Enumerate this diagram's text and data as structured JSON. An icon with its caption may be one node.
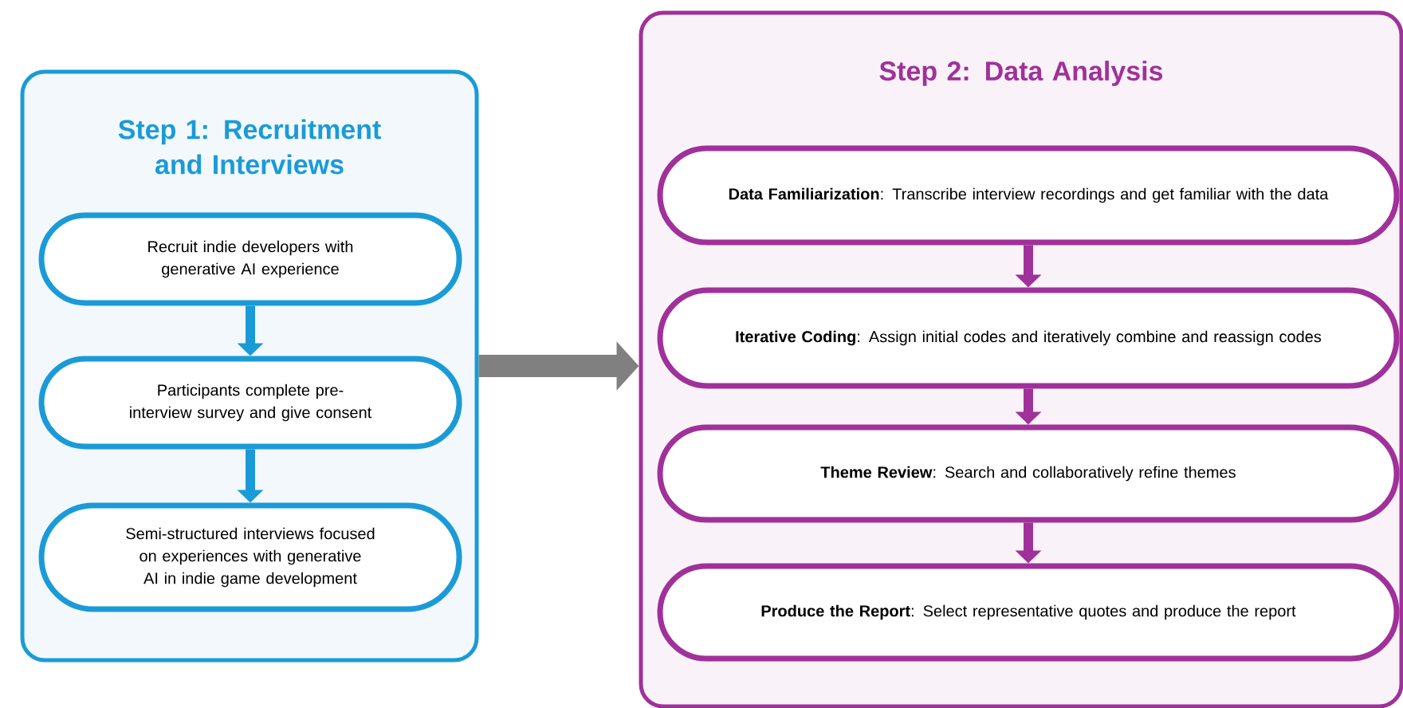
{
  "diagram": {
    "nodes": [
      {
        "text": [
          "Step 1: Recruitment and Interviews"
        ]
      },
      {
        "text": [
          "Recruit indie developers with generative AI experience"
        ],
        "in": 0
      },
      {
        "text": [
          "Participants complete pre-interview survey and give consent"
        ],
        "in": 0
      },
      {
        "text": [
          "Semi-structured interviews focused on experiences with generative AI in indie game development"
        ],
        "in": 0
      },
      {
        "text": [
          "Step 2: Data Analysis"
        ]
      },
      {
        "text": [
          "**Data Familiarization**: Transcribe interview recordings and get familiar with the data"
        ],
        "in": 4
      },
      {
        "text": [
          "**Iterative Coding**: Assign initial codes and iteratively combine and reassign codes"
        ],
        "in": 4
      },
      {
        "text": [
          "**Theme Review**: Search and collaboratively refine themes"
        ],
        "in": 4
      },
      {
        "text": [
          "**Produce the Report**: Select representative quotes and produce the report"
        ],
        "in": 4
      }
    ],
    "edges": [
      {
        "from": 1,
        "to": 2,
        "arrow": "to",
        "color": "#1a9bd7"
      },
      {
        "from": 2,
        "to": 3,
        "arrow": "to",
        "color": "#1a9bd7"
      },
      {
        "from": 0,
        "to": 4,
        "arrow": "to",
        "style": "thick",
        "color": "#808080"
      },
      {
        "from": 5,
        "to": 6,
        "arrow": "to",
        "color": "#a0319a"
      },
      {
        "from": 6,
        "to": 7,
        "arrow": "to",
        "color": "#a0319a"
      },
      {
        "from": 7,
        "to": 8,
        "arrow": "to",
        "color": "#a0319a"
      }
    ]
  }
}
